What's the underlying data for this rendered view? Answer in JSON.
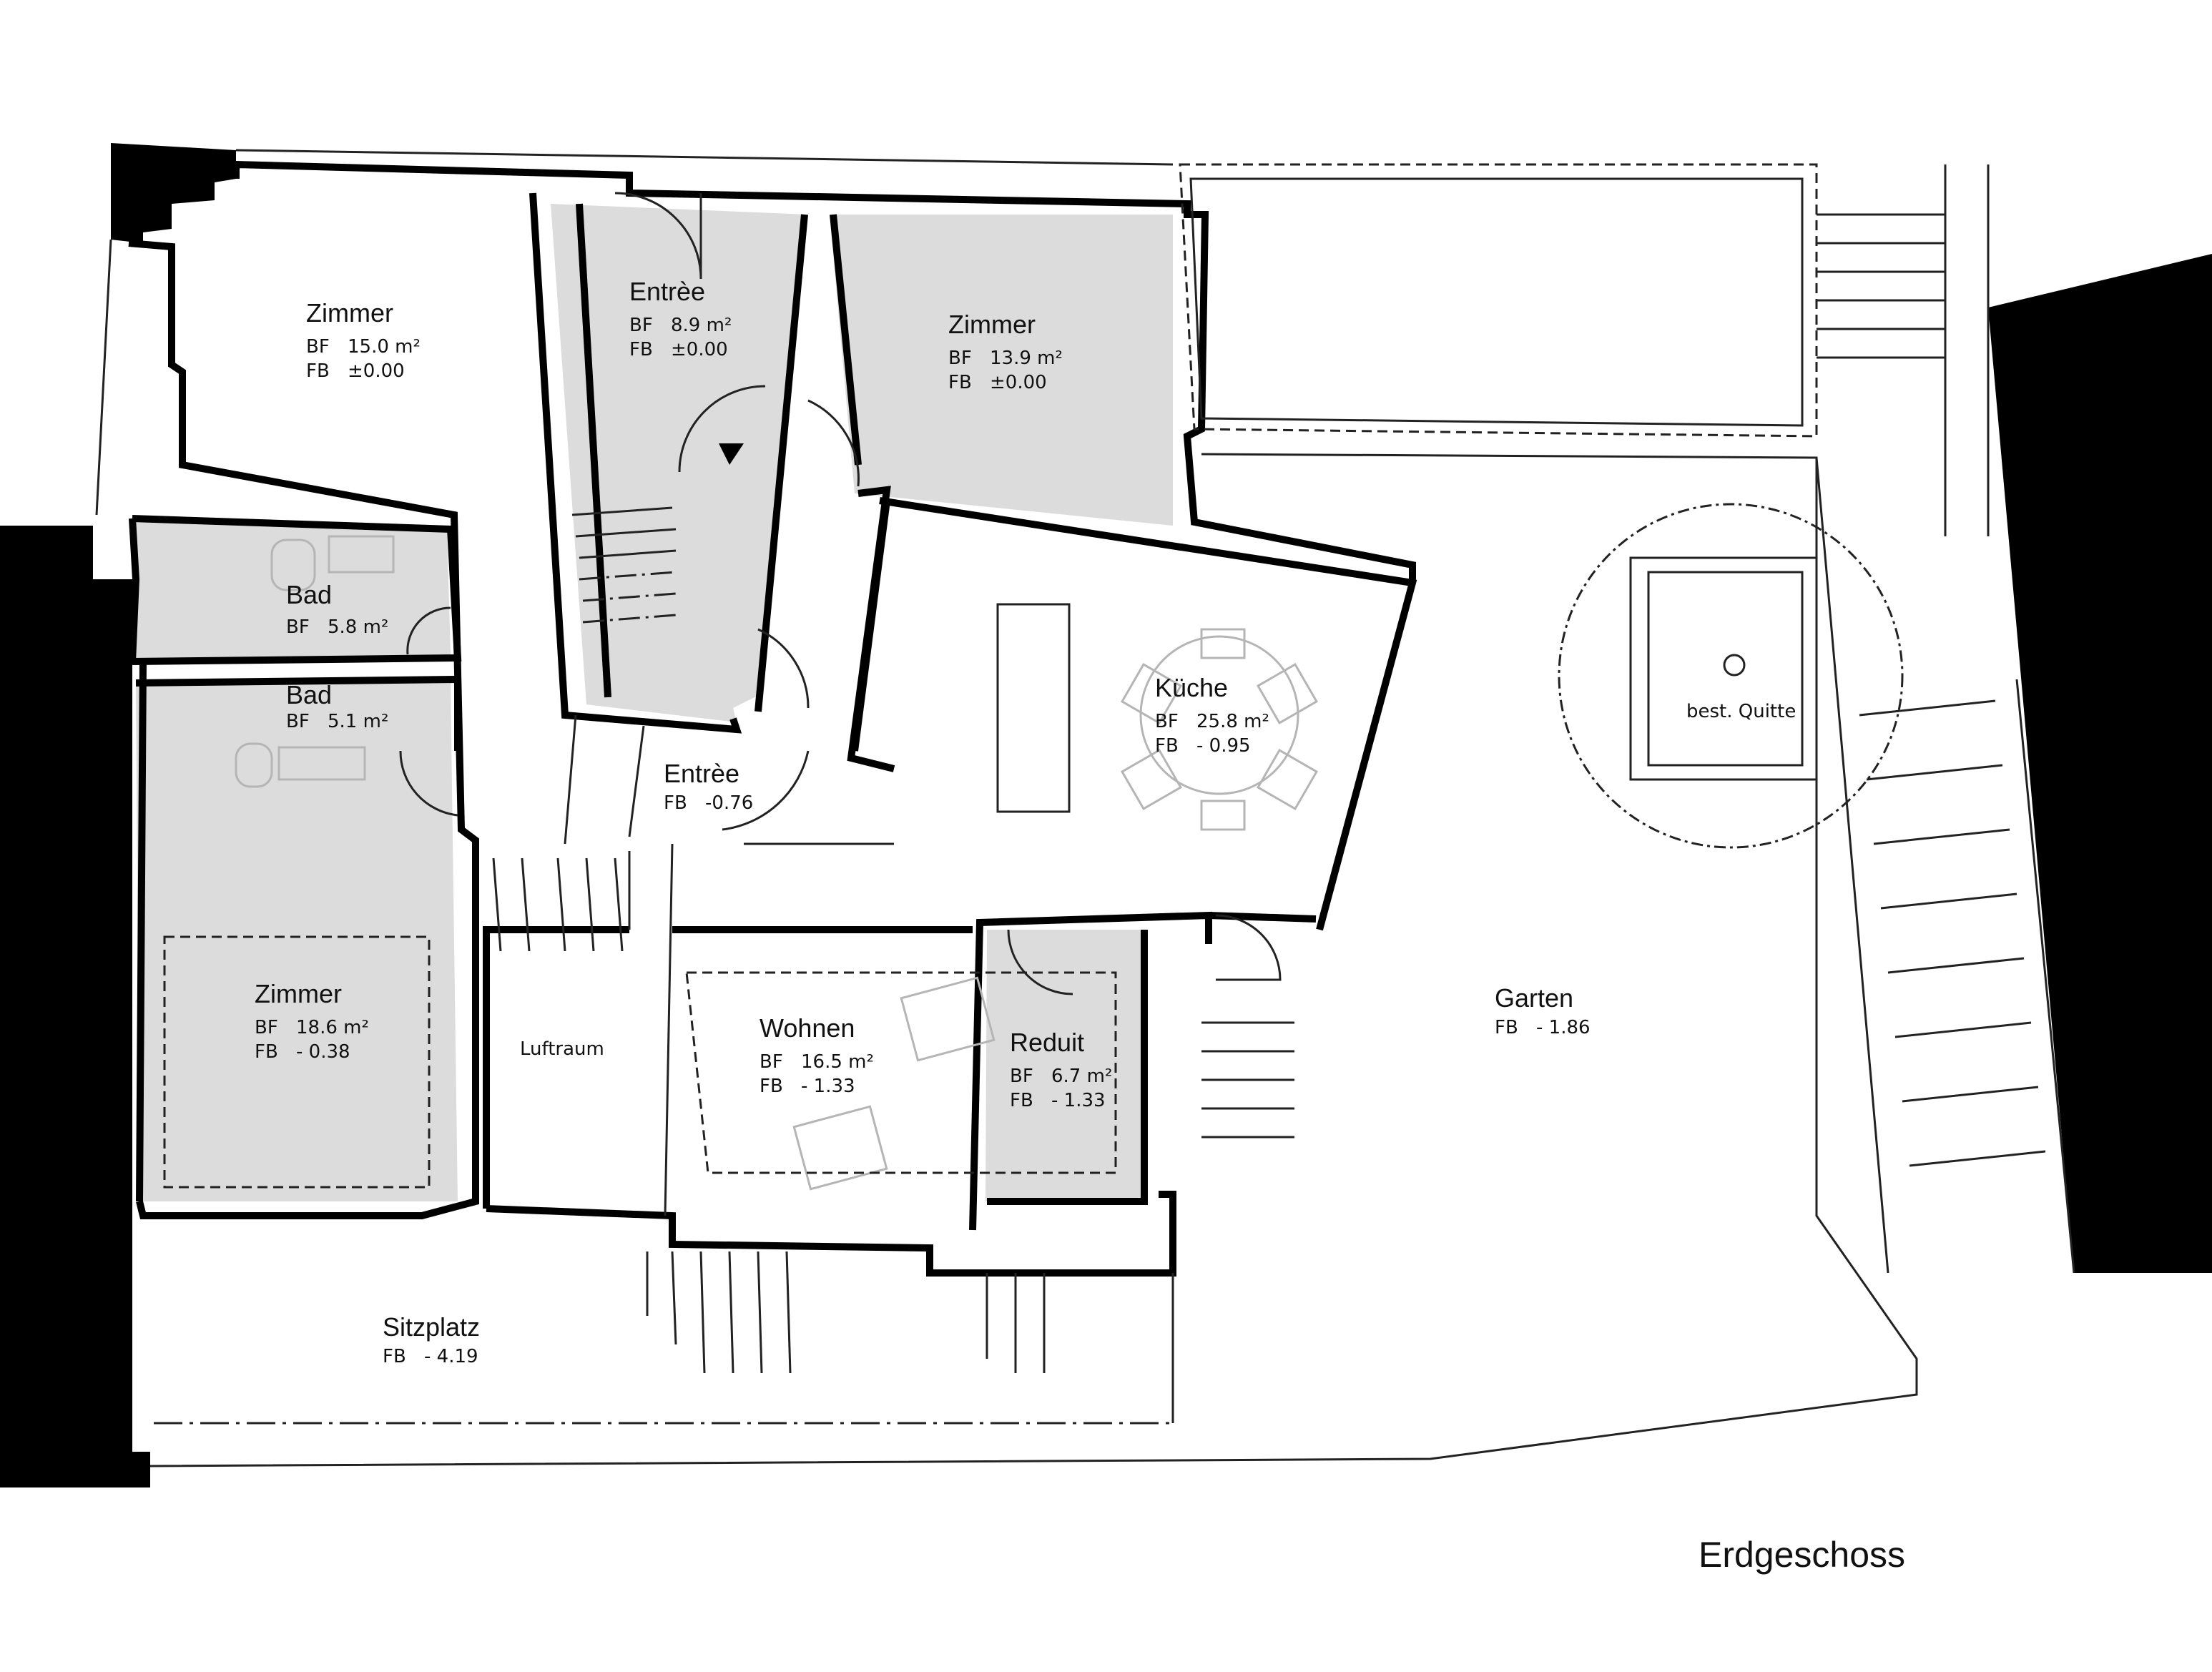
{
  "drawing": {
    "title": "Erdgeschoss",
    "colors": {
      "wall": "#000000",
      "room_fill_shaded": "#dcdcdc",
      "background": "#ffffff",
      "thin_line": "#222222",
      "furniture_line": "#b5b5b5"
    }
  },
  "rooms": [
    {
      "id": "zimmer-nw",
      "name": "Zimmer",
      "bf_key": "BF",
      "bf": "15.0 m²",
      "fb_key": "FB",
      "fb": "±0.00",
      "shaded": false
    },
    {
      "id": "entree-upper",
      "name": "Entrèe",
      "bf_key": "BF",
      "bf": "8.9 m²",
      "fb_key": "FB",
      "fb": "±0.00",
      "shaded": true
    },
    {
      "id": "zimmer-ne",
      "name": "Zimmer",
      "bf_key": "BF",
      "bf": "13.9 m²",
      "fb_key": "FB",
      "fb": "±0.00",
      "shaded": true
    },
    {
      "id": "bad-1",
      "name": "Bad",
      "bf_key": "BF",
      "bf": "5.8 m²",
      "shaded": true
    },
    {
      "id": "bad-2",
      "name": "Bad",
      "bf_key": "BF",
      "bf": "5.1 m²",
      "shaded": true
    },
    {
      "id": "kueche",
      "name": "Küche",
      "bf_key": "BF",
      "bf": "25.8 m²",
      "fb_key": "FB",
      "fb": "- 0.95",
      "shaded": false
    },
    {
      "id": "entree-lower",
      "name": "Entrèe",
      "fb_key": "FB",
      "fb": "-0.76",
      "shaded": false
    },
    {
      "id": "zimmer-sw",
      "name": "Zimmer",
      "bf_key": "BF",
      "bf": "18.6 m²",
      "fb_key": "FB",
      "fb": "- 0.38",
      "shaded": true
    },
    {
      "id": "luftraum",
      "name": "Luftraum",
      "shaded": false
    },
    {
      "id": "wohnen",
      "name": "Wohnen",
      "bf_key": "BF",
      "bf": "16.5 m²",
      "fb_key": "FB",
      "fb": "- 1.33",
      "shaded": false
    },
    {
      "id": "reduit",
      "name": "Reduit",
      "bf_key": "BF",
      "bf": "6.7 m²",
      "fb_key": "FB",
      "fb": "- 1.33",
      "shaded": true
    },
    {
      "id": "garten",
      "name": "Garten",
      "fb_key": "FB",
      "fb": "- 1.86",
      "shaded": false
    },
    {
      "id": "sitzplatz",
      "name": "Sitzplatz",
      "fb_key": "FB",
      "fb": "- 4.19",
      "shaded": false
    }
  ],
  "annotations": {
    "tree_label": "best. Quitte"
  },
  "icons": {
    "entrance_marker": "triangle-down-icon",
    "tree": "tree-canopy-icon"
  }
}
